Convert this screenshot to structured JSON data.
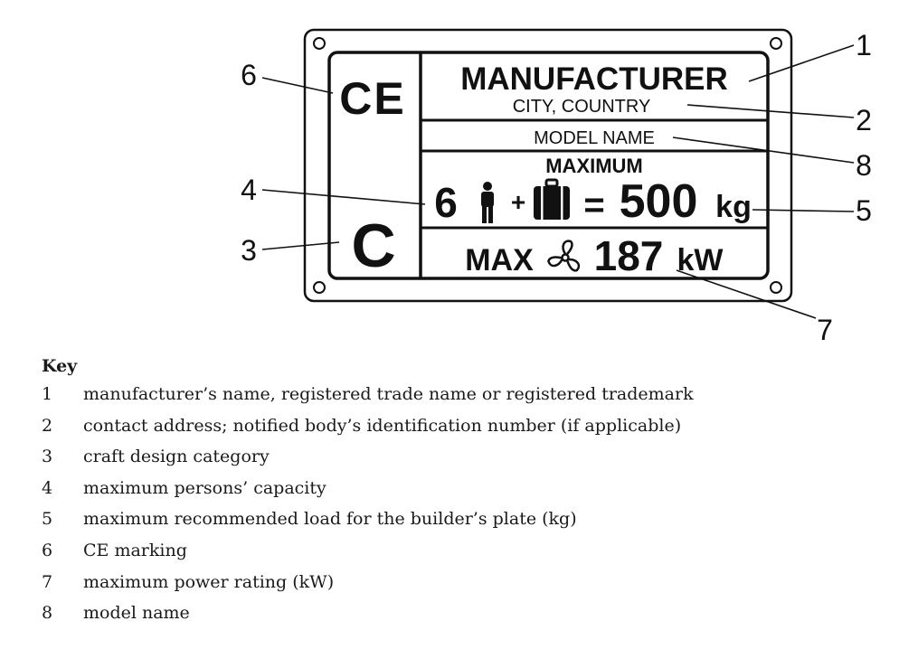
{
  "plate": {
    "manufacturer": "MANUFACTURER",
    "city_country": "CITY, COUNTRY",
    "model_name": "MODEL NAME",
    "maximum_label": "MAXIMUM",
    "persons": "6",
    "plus": "+",
    "equals": "=",
    "load_value": "500",
    "load_unit": "kg",
    "max_label": "MAX",
    "power_value": "187",
    "power_unit": "kW",
    "ce_mark": "CE",
    "category": "C",
    "icons": {
      "person": "person-icon",
      "luggage": "luggage-icon",
      "propeller": "propeller-icon",
      "mounting_hole": "mounting-hole-icon"
    }
  },
  "callouts": [
    "1",
    "2",
    "3",
    "4",
    "5",
    "6",
    "7",
    "8"
  ],
  "key": {
    "title": "Key",
    "items": [
      {
        "num": "1",
        "text": "manufacturer’s name, registered trade name or registered trademark"
      },
      {
        "num": "2",
        "text": "contact address; notified body’s identification number (if applicable)"
      },
      {
        "num": "3",
        "text": "craft design category"
      },
      {
        "num": "4",
        "text": "maximum persons’ capacity"
      },
      {
        "num": "5",
        "text": "maximum recommended load for the builder’s plate (kg)"
      },
      {
        "num": "6",
        "text": "CE marking"
      },
      {
        "num": "7",
        "text": "maximum power rating (kW)"
      },
      {
        "num": "8",
        "text": "model name"
      }
    ]
  }
}
